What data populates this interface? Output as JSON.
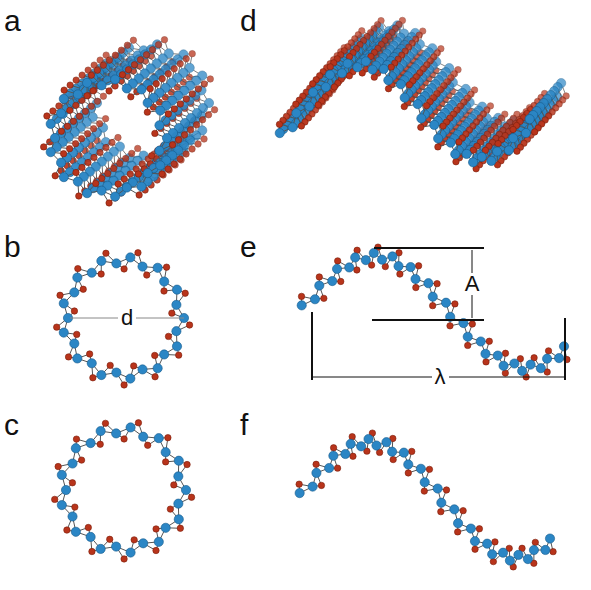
{
  "diagram": {
    "labels": [
      "a",
      "d",
      "b",
      "d",
      "e",
      "A",
      "λ",
      "c",
      "f"
    ]
  }
}
